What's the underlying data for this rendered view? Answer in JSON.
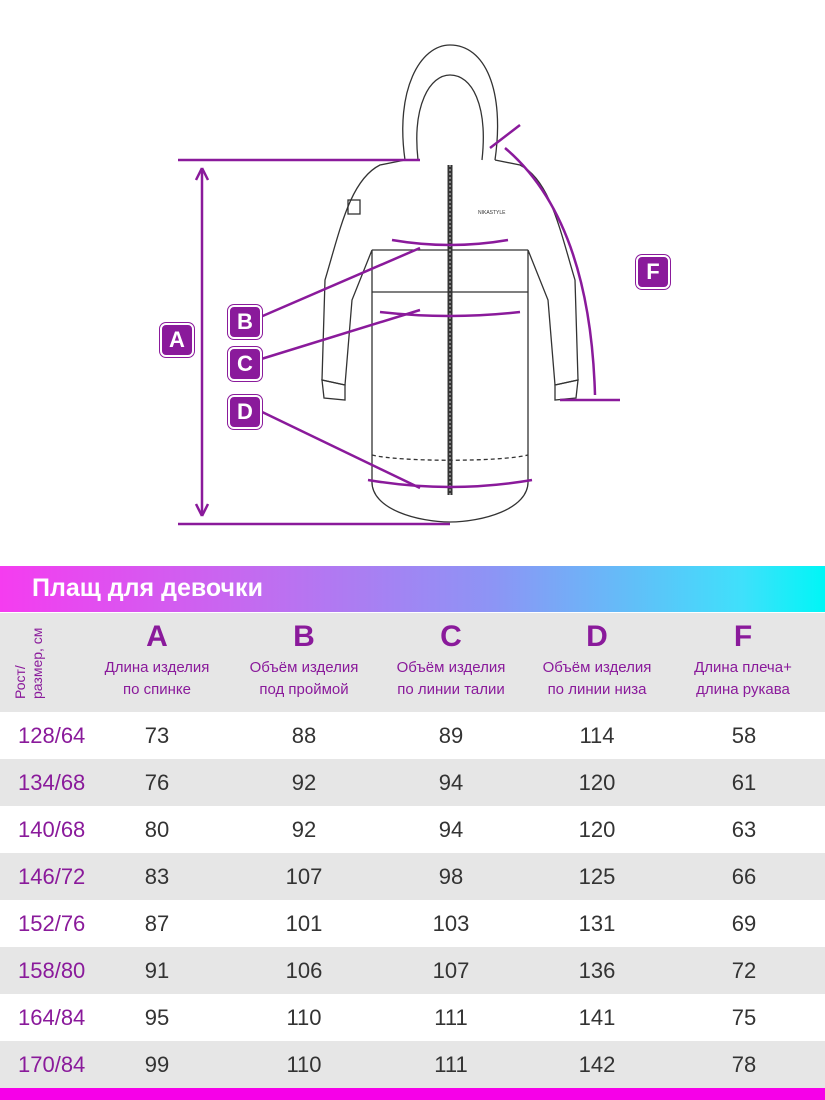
{
  "illustration": {
    "brand_logo": "NIKASTYLE",
    "labels": [
      "A",
      "B",
      "C",
      "D",
      "F"
    ],
    "accent": "#8a1a9b"
  },
  "title": "Плащ для девочки",
  "header": {
    "size_label": "Рост/ размер, см",
    "columns": [
      {
        "letter": "A",
        "desc1": "Длина изделия",
        "desc2": "по спинке"
      },
      {
        "letter": "B",
        "desc1": "Объём изделия",
        "desc2": "под проймой"
      },
      {
        "letter": "C",
        "desc1": "Объём изделия",
        "desc2": "по линии талии"
      },
      {
        "letter": "D",
        "desc1": "Объём изделия",
        "desc2": "по линии низа"
      },
      {
        "letter": "F",
        "desc1": "Длина плеча+",
        "desc2": "длина рукава"
      }
    ]
  },
  "rows": [
    {
      "size": "128/64",
      "v": [
        "73",
        "88",
        "89",
        "114",
        "58"
      ]
    },
    {
      "size": "134/68",
      "v": [
        "76",
        "92",
        "94",
        "120",
        "61"
      ]
    },
    {
      "size": "140/68",
      "v": [
        "80",
        "92",
        "94",
        "120",
        "63"
      ]
    },
    {
      "size": "146/72",
      "v": [
        "83",
        "107",
        "98",
        "125",
        "66"
      ]
    },
    {
      "size": "152/76",
      "v": [
        "87",
        "101",
        "103",
        "131",
        "69"
      ]
    },
    {
      "size": "158/80",
      "v": [
        "91",
        "106",
        "107",
        "136",
        "72"
      ]
    },
    {
      "size": "164/84",
      "v": [
        "95",
        "110",
        "111",
        "141",
        "75"
      ]
    },
    {
      "size": "170/84",
      "v": [
        "99",
        "110",
        "111",
        "142",
        "78"
      ]
    }
  ]
}
